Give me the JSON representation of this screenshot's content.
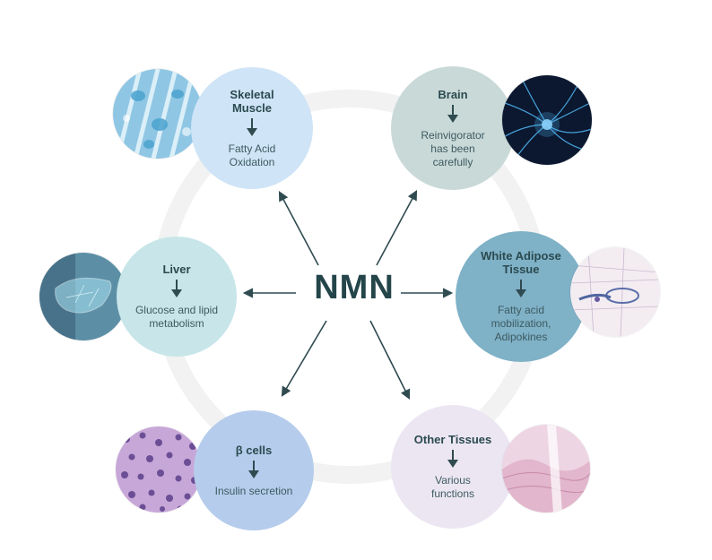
{
  "center": {
    "label": "NMN"
  },
  "nodes": {
    "skeletal_muscle": {
      "title_line1": "Skeletal",
      "title_line2": "Muscle",
      "desc_line1": "Fatty Acid",
      "desc_line2": "Oxidation",
      "color": "#cfe4f6"
    },
    "brain": {
      "title_line1": "Brain",
      "desc_line1": "Reinvigorator",
      "desc_line2": "has been",
      "desc_line3": "carefully",
      "color": "#c9d9d8"
    },
    "liver": {
      "title_line1": "Liver",
      "desc_line1": "Glucose and lipid",
      "desc_line2": "metabolism",
      "color": "#c8e6ea"
    },
    "white_adipose": {
      "title_line1": "White Adipose",
      "title_line2": "Tissue",
      "desc_line1": "Fatty acid",
      "desc_line2": "mobilization,",
      "desc_line3": "Adipokines",
      "color": "#7fb1c7"
    },
    "beta_cells": {
      "title_line1": "β cells",
      "desc_line1": "Insulin secretion",
      "color": "#b5ccec"
    },
    "other_tissues": {
      "title_line1": "Other Tissues",
      "desc_line1": "Various",
      "desc_line2": "functions",
      "color": "#ece6f3"
    }
  },
  "colors": {
    "arrow": "#2f4b50",
    "ring": "#f1f2f1",
    "text": "#2b4a4f"
  }
}
